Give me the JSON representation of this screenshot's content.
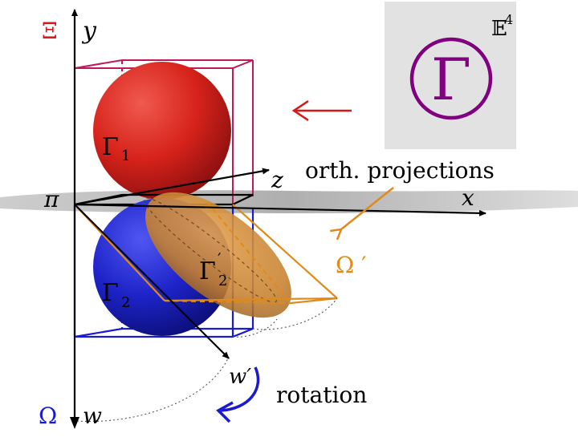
{
  "labels": {
    "xi": "Ξ",
    "y_axis": "y",
    "z_axis": "z",
    "x_axis": "x",
    "w_axis": "w",
    "w_prime": "w′",
    "omega_bottom": "Ω",
    "omega_prime": "Ω ′",
    "pi": "π",
    "gamma1": "Γ",
    "gamma1_sub": "1",
    "gamma2": "Γ",
    "gamma2_sub": "2",
    "gamma2p": "Γ",
    "gamma2p_sub": "2",
    "gamma2p_sup": "′",
    "orth_projections": "orth. projections",
    "rotation": "rotation"
  },
  "inset": {
    "symbol": "Γ",
    "space": "𝔼",
    "space_sup": "4"
  },
  "colors": {
    "red": "#d81818",
    "blue": "#1a1ad0",
    "orange": "#e08a1a",
    "purple": "#800080",
    "magenta_box": "#c0185a",
    "inset_bg": "#e2e2e2",
    "plane": "#9a9a9a"
  }
}
